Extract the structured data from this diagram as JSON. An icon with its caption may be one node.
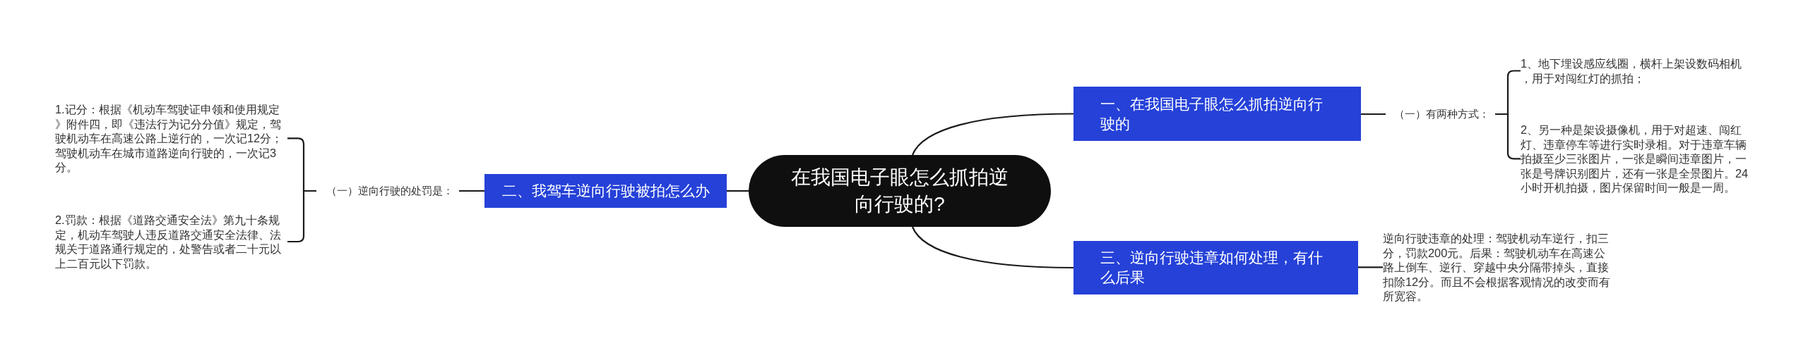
{
  "diagram": {
    "nodes": [
      {
        "text": [
          "在我国电子眼怎么抓拍逆向行驶的?"
        ]
      },
      {
        "text": [
          "一、在我国电子眼怎么抓拍逆向行驶的"
        ]
      },
      {
        "text": [
          "（一）有两种方式："
        ]
      },
      {
        "text": [
          "1、地下埋设感应线圈，横杆上架设数码相机，用于对闯红灯的抓拍；"
        ]
      },
      {
        "text": [
          "2、另一种是架设摄像机，用于对超速、闯红灯、违章停车等进行实时录相。对于违章车辆拍摄至少三张图片，一张是瞬间违章图片，一张是号牌识别图片，还有一张是全景图片。24小时开机拍摄，图片保留时间一般是一周。"
        ]
      },
      {
        "text": [
          "二、我驾车逆向行驶被拍怎么办"
        ]
      },
      {
        "text": [
          "（一）逆向行驶的处罚是："
        ]
      },
      {
        "text": [
          "1.记分：根据《机动车驾驶证申领和使用规定》附件四，即《违法行为记分分值》规定，驾驶机动车在高速公路上逆行的，一次记12分；驾驶机动车在城市道路逆向行驶的，一次记3分。"
        ]
      },
      {
        "text": [
          "2.罚款：根据《道路交通安全法》第九十条规定，机动车驾驶人违反道路交通安全法律、法规关于道路通行规定的，处警告或者二十元以上二百元以下罚款。"
        ]
      },
      {
        "text": [
          "三、逆向行驶违章如何处理，有什么后果"
        ]
      },
      {
        "text": [
          "逆向行驶违章的处理：驾驶机动车逆行，扣三分，罚款200元。后果：驾驶机动车在高速公路上倒车、逆行、穿越中央分隔带掉头，直接扣除12分。而且不会根据客观情况的改变而有所宽容。"
        ]
      }
    ],
    "edges": [
      {
        "from": 0,
        "to": 1,
        "arrow": "none"
      },
      {
        "from": 1,
        "to": 2,
        "arrow": "none"
      },
      {
        "from": 2,
        "to": 3,
        "arrow": "none"
      },
      {
        "from": 2,
        "to": 4,
        "arrow": "none"
      },
      {
        "from": 0,
        "to": 5,
        "arrow": "none"
      },
      {
        "from": 5,
        "to": 6,
        "arrow": "none"
      },
      {
        "from": 6,
        "to": 7,
        "arrow": "none"
      },
      {
        "from": 6,
        "to": 8,
        "arrow": "none"
      },
      {
        "from": 0,
        "to": 9,
        "arrow": "none"
      },
      {
        "from": 9,
        "to": 10,
        "arrow": "none"
      }
    ]
  }
}
